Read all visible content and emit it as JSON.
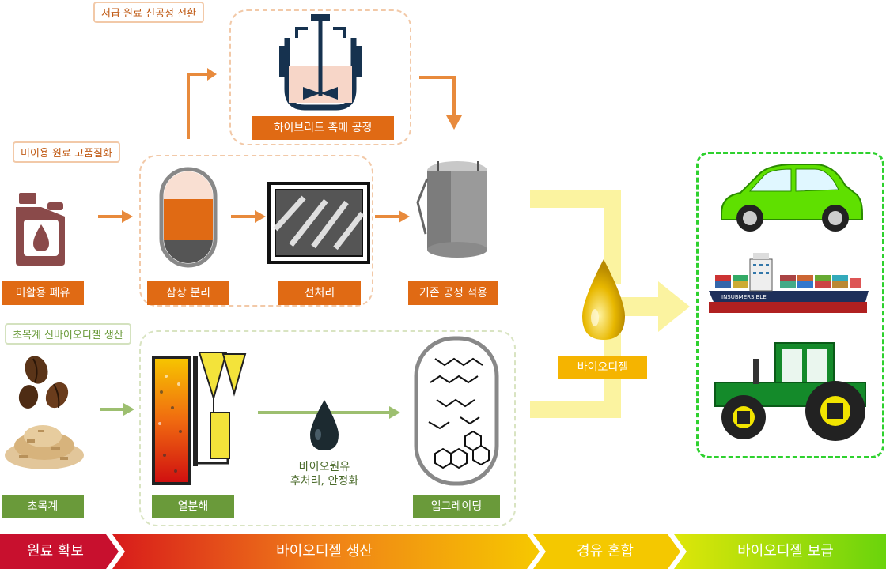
{
  "sections": {
    "catalytic": "저급 원료 신공정 전환",
    "upgrade_raw": "미이용 원료 고품질화",
    "woody": "초목계 신바이오디젤 생산"
  },
  "labels": {
    "waste_oil": "미활용 폐유",
    "three_phase": "삼상 분리",
    "pretreat": "전처리",
    "hybrid": "하이브리드 촉매 공정",
    "existing": "기존 공정 적용",
    "woody": "초목계",
    "pyrolysis": "열분해",
    "bio_crude": "바이오원유",
    "post_treat": "후처리, 안정화",
    "upgrading": "업그레이딩",
    "biodiesel": "바이오디젤",
    "ship_text": "INSUBMERSIBLE"
  },
  "bottom_bar": [
    "원료 확보",
    "바이오디젤 생산",
    "경유 혼합",
    "바이오디젤 보급"
  ],
  "colors": {
    "orange": "#e06a14",
    "green": "#6a9a3a",
    "yellow": "#f5b400",
    "lime": "#2ed12e",
    "bar_red": "#c8102e"
  }
}
